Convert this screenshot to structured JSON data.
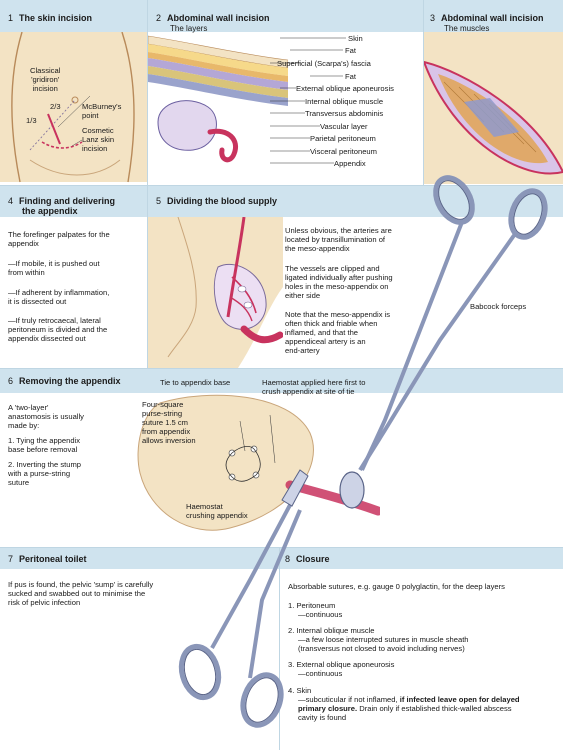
{
  "panel1": {
    "number": "1",
    "title": "The skin incision",
    "label_classical_1": "Classical",
    "label_classical_2": "'gridiron'",
    "label_classical_3": "incision",
    "label_two_thirds": "2/3",
    "label_one_third": "1/3",
    "label_mcburney_1": "McBurney's",
    "label_mcburney_2": "point",
    "label_cosmetic_1": "Cosmetic",
    "label_cosmetic_2": "Lanz skin",
    "label_cosmetic_3": "incision"
  },
  "panel2": {
    "number": "2",
    "title": "Abdominal wall incision",
    "subtitle": "The layers",
    "layers": [
      "Skin",
      "Fat",
      "Superficial (Scarpa's) fascia",
      "Fat",
      "External oblique aponeurosis",
      "Internal oblique muscle",
      "Transversus abdominis",
      "Vascular layer",
      "Parietal peritoneum",
      "Visceral peritoneum",
      "Appendix"
    ]
  },
  "panel3": {
    "number": "3",
    "title": "Abdominal wall incision",
    "subtitle": "The muscles"
  },
  "panel4": {
    "number": "4",
    "title_1": "Finding and delivering",
    "title_2": "the appendix",
    "para1_1": "The forefinger palpates for the",
    "para1_2": "appendix",
    "para2_1": "—If mobile, it is pushed out",
    "para2_2": "from within",
    "para3_1": "—If adherent by inflammation,",
    "para3_2": "it is dissected out",
    "para4_1": "—If truly retrocaecal, lateral",
    "para4_2": "peritoneum is divided and the",
    "para4_3": "appendix dissected out"
  },
  "panel5": {
    "number": "5",
    "title": "Dividing the blood supply",
    "para1": [
      "Unless obvious, the arteries are",
      "located by transillumination of",
      "the meso-appendix"
    ],
    "para2": [
      "The vessels are clipped and",
      "ligated individually after pushing",
      "holes in the meso-appendix on",
      "either side"
    ],
    "para3": [
      "Note that the meso-appendix is",
      "often thick and friable when",
      "inflamed, and that the",
      "appendiceal artery is an",
      "end-artery"
    ],
    "label_babcock": "Babcock forceps"
  },
  "panel6": {
    "number": "6",
    "title": "Removing the appendix",
    "intro": [
      "A 'two-layer'",
      "anastomosis is usually",
      "made by:"
    ],
    "item1": [
      "1. Tying the appendix",
      "base before removal"
    ],
    "item2": [
      "2. Inverting the stump",
      "with a purse-string",
      "suture"
    ],
    "label_tie": "Tie to appendix base",
    "label_haemostat_applied": [
      "Haemostat applied here first to",
      "crush appendix at site of tie"
    ],
    "label_purse": [
      "Four-square",
      "purse-string",
      "suture 1.5 cm",
      "from appendix",
      "allows inversion"
    ],
    "label_haemostat_crush": [
      "Haemostat",
      "crushing appendix"
    ]
  },
  "panel7": {
    "number": "7",
    "title": "Peritoneal toilet",
    "para": [
      "If pus is found, the pelvic 'sump' is carefully",
      "sucked and swabbed out to minimise the",
      "risk of pelvic infection"
    ]
  },
  "panel8": {
    "number": "8",
    "title": "Closure",
    "intro": "Absorbable sutures, e.g. gauge 0 polyglactin, for the deep layers",
    "item1": [
      "1. Peritoneum",
      "—continuous"
    ],
    "item2": [
      "2. Internal oblique muscle",
      "—a few loose interrupted sutures in muscle sheath",
      "(transversus not closed to avoid including nerves)"
    ],
    "item3": [
      "3. External oblique aponeurosis",
      "—continuous"
    ],
    "item4_head": "4. Skin",
    "item4_a": "—subcuticular if not inflamed, ",
    "item4_b": "if infected leave open for delayed",
    "item4_c": "primary closure.",
    "item4_d": " Drain only if established thick-walled abscess",
    "item4_e": "cavity is found"
  },
  "colors": {
    "band": "#cfe3ee",
    "tan": "#f3e3c4",
    "muscle_red": "#c8335e",
    "steel": "#8a96b8"
  }
}
